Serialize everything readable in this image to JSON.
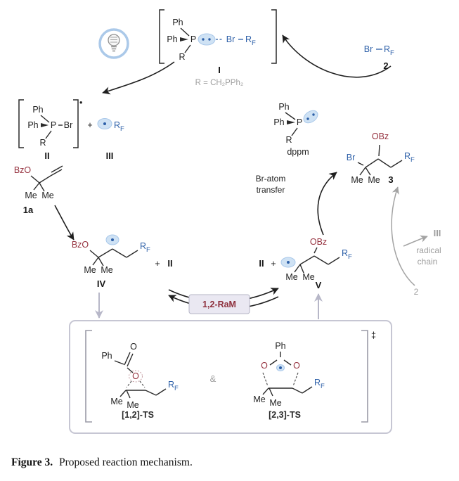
{
  "figure": {
    "caption_label": "Figure 3.",
    "caption_text": "Proposed reaction mechanism."
  },
  "colors": {
    "maroon": "#96323f",
    "blue": "#2c5fa8",
    "lone_pair_lobe": "#cfe2f4",
    "gray": "#9e9e9e",
    "black": "#1f1f1f",
    "ram_box_fill": "#eae8f2",
    "ts_box_border": "#c6c6d3"
  },
  "atoms": {
    "ph": "Ph",
    "p": "P",
    "br": "Br",
    "r": "R",
    "f": "F",
    "me": "Me",
    "o": "O"
  },
  "groups": {
    "bzo": "BzO",
    "obz": "OBz"
  },
  "species": {
    "i": "I",
    "ii": "II",
    "iii": "III",
    "iv": "IV",
    "v": "V",
    "s1a": "1a",
    "s2": "2",
    "s3": "3",
    "dppm": "dppm"
  },
  "labels": {
    "r_note": "R = CH₂PPh₂",
    "ram": "1,2-RaM",
    "br_atom": "Br-atom",
    "transfer": "transfer",
    "radical": "radical",
    "chain": "chain",
    "ts12": "[1,2]-TS",
    "ts23": "[2,3]-TS"
  },
  "sym": {
    "plus": "+",
    "amp": "&",
    "ddagger": "‡",
    "radical_dot": "•"
  }
}
